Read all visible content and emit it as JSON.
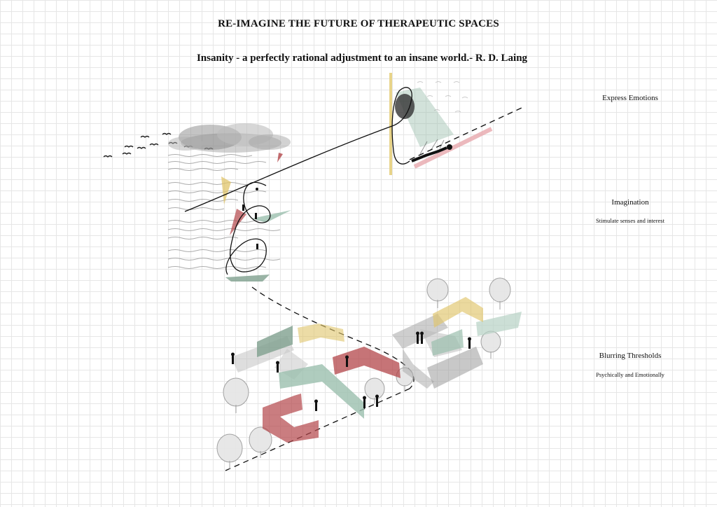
{
  "header": {
    "title": "RE-IMAGINE THE FUTURE OF THERAPEUTIC SPACES",
    "quote": "Insanity - a perfectly rational adjustment to an insane world.- R. D. Laing"
  },
  "annotations": {
    "express": {
      "title": "Express Emotions"
    },
    "imagination": {
      "title": "Imagination",
      "subtitle": "Stimulate senses and interest"
    },
    "thresholds": {
      "title": "Blurring Thresholds",
      "subtitle": "Psychically and Emotionally"
    }
  },
  "palette": {
    "green": "#9bbfae",
    "red": "#b3464a",
    "yellow": "#e0c46a",
    "grey": "#9a9a9a",
    "pink": "#e8a8ad"
  }
}
